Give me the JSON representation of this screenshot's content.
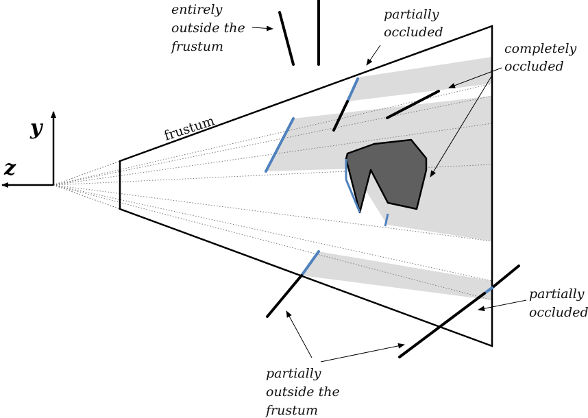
{
  "axes": {
    "y": "y",
    "z": "z"
  },
  "labels": {
    "frustum": "frustum",
    "outside_line1": "entirely",
    "outside_line2": "outside the",
    "outside_line3": "frustum",
    "partial_top_line1": "partially",
    "partial_top_line2": "occluded",
    "completely_line1": "completely",
    "completely_line2": "occluded",
    "partial_right_line1": "partially",
    "partial_right_line2": "occluded",
    "partial_out_line1": "partially",
    "partial_out_line2": "outside the",
    "partial_out_line3": "frustum"
  },
  "colors": {
    "shadow": "#dcdcdc",
    "visible_segment": "#4f81bd",
    "occluder_fill": "#5f5f5f",
    "line": "#000000"
  }
}
